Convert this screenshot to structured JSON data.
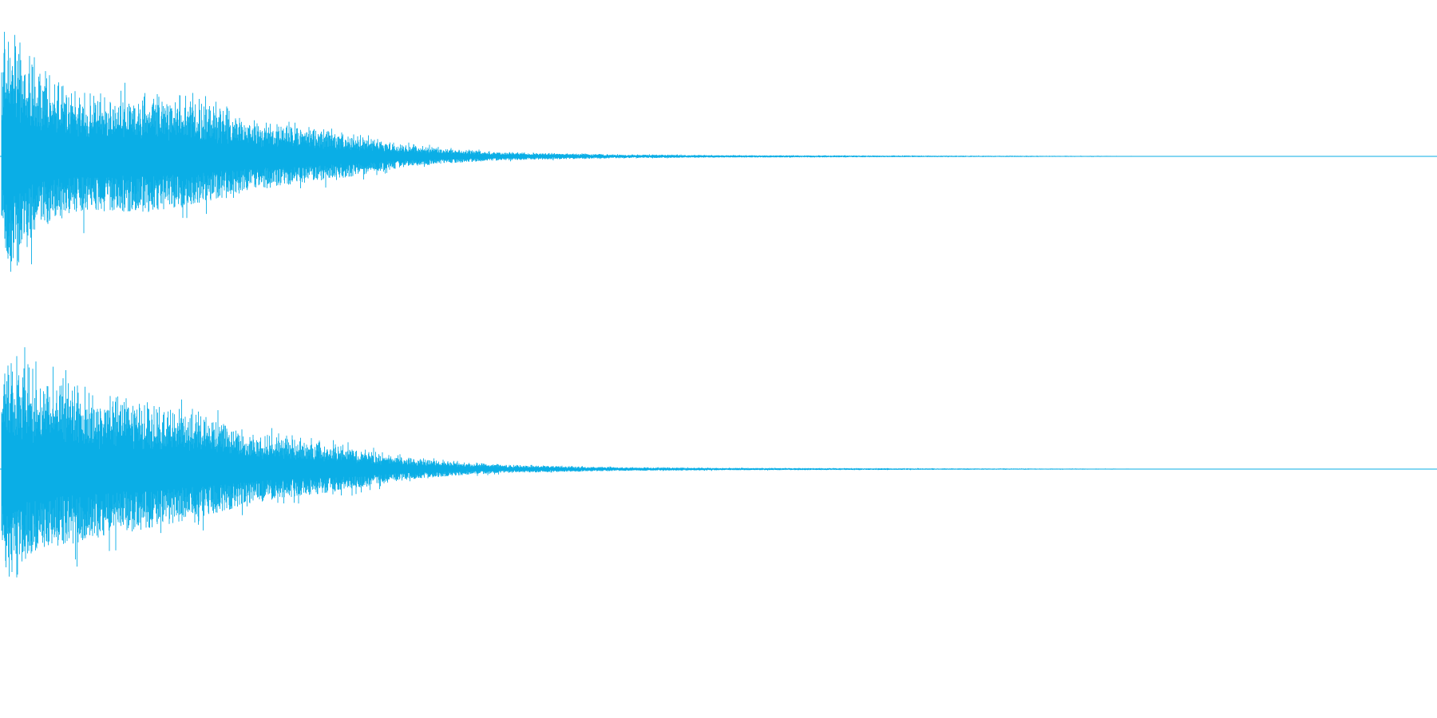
{
  "waveform": {
    "color": "#0AAEE6",
    "channels": [
      {
        "id": "top",
        "envelope": [
          [
            0.0,
            0.55
          ],
          [
            0.004,
            0.95
          ],
          [
            0.012,
            1.0
          ],
          [
            0.018,
            0.88
          ],
          [
            0.03,
            0.62
          ],
          [
            0.06,
            0.52
          ],
          [
            0.09,
            0.48
          ],
          [
            0.12,
            0.5
          ],
          [
            0.16,
            0.42
          ],
          [
            0.2,
            0.3
          ],
          [
            0.24,
            0.24
          ],
          [
            0.28,
            0.18
          ],
          [
            0.32,
            0.1
          ],
          [
            0.36,
            0.06
          ],
          [
            0.4,
            0.035
          ],
          [
            0.45,
            0.025
          ],
          [
            0.5,
            0.015
          ],
          [
            0.6,
            0.01
          ],
          [
            0.75,
            0.006
          ],
          [
            0.9,
            0.0035
          ],
          [
            1.0,
            0.0
          ]
        ]
      },
      {
        "id": "bottom",
        "envelope": [
          [
            0.0,
            0.55
          ],
          [
            0.004,
            0.92
          ],
          [
            0.012,
            1.0
          ],
          [
            0.02,
            0.82
          ],
          [
            0.03,
            0.7
          ],
          [
            0.06,
            0.66
          ],
          [
            0.09,
            0.58
          ],
          [
            0.12,
            0.52
          ],
          [
            0.16,
            0.44
          ],
          [
            0.2,
            0.3
          ],
          [
            0.24,
            0.24
          ],
          [
            0.28,
            0.18
          ],
          [
            0.32,
            0.1
          ],
          [
            0.36,
            0.06
          ],
          [
            0.4,
            0.035
          ],
          [
            0.45,
            0.025
          ],
          [
            0.5,
            0.015
          ],
          [
            0.6,
            0.01
          ],
          [
            0.75,
            0.006
          ],
          [
            0.9,
            0.0035
          ],
          [
            1.0,
            0.0
          ]
        ]
      }
    ]
  }
}
